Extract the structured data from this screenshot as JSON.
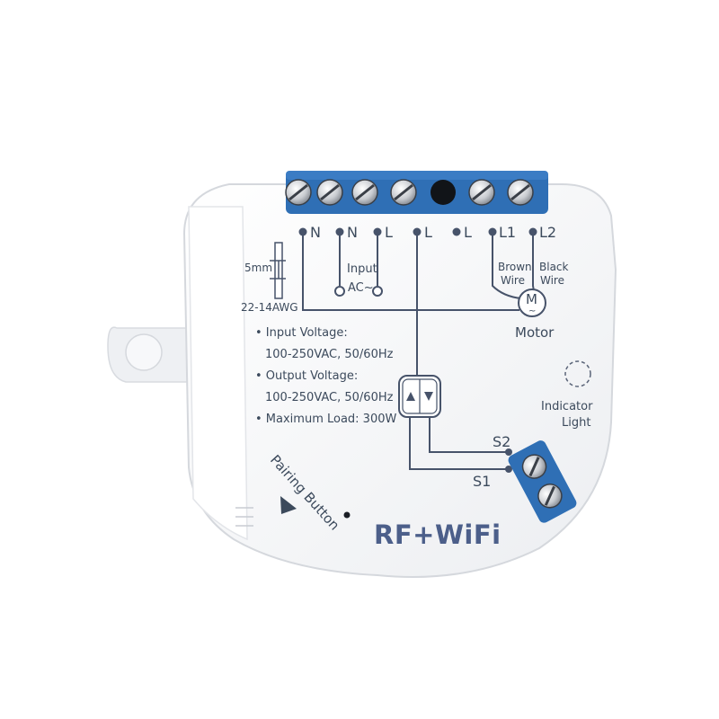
{
  "terminals": [
    "N",
    "N",
    "L",
    "L",
    "L",
    "L1",
    "L2"
  ],
  "wire_gauge": {
    "strip_length": "5mm",
    "awg": "22-14AWG"
  },
  "input_label": {
    "line1": "Input",
    "line2": "AC~"
  },
  "motor": {
    "brown_wire_line1": "Brown",
    "brown_wire_line2": "Wire",
    "black_wire_line1": "Black",
    "black_wire_line2": "Wire",
    "symbol": "M",
    "symbol_sub": "~",
    "label": "Motor"
  },
  "specs": {
    "input_voltage_label": "• Input Voltage:",
    "input_voltage_value": "100-250VAC, 50/60Hz",
    "output_voltage_label": "• Output Voltage:",
    "output_voltage_value": "100-250VAC, 50/60Hz",
    "max_load": "• Maximum Load: 300W"
  },
  "indicator": {
    "line1": "Indicator",
    "line2": "Light"
  },
  "switch_terminals": {
    "s2": "S2",
    "s1": "S1"
  },
  "pairing_button": "Pairing Button",
  "brand": "RF+WiFi",
  "colors": {
    "terminal_blue": "#2f6fb5",
    "body_white": "#f4f5f7",
    "label_gray": "#3c4a5c",
    "brand_blue": "#4c5f8a"
  },
  "icons": [
    "wire-strip-gauge-icon",
    "up-down-switch-icon",
    "motor-icon",
    "indicator-light-icon"
  ]
}
